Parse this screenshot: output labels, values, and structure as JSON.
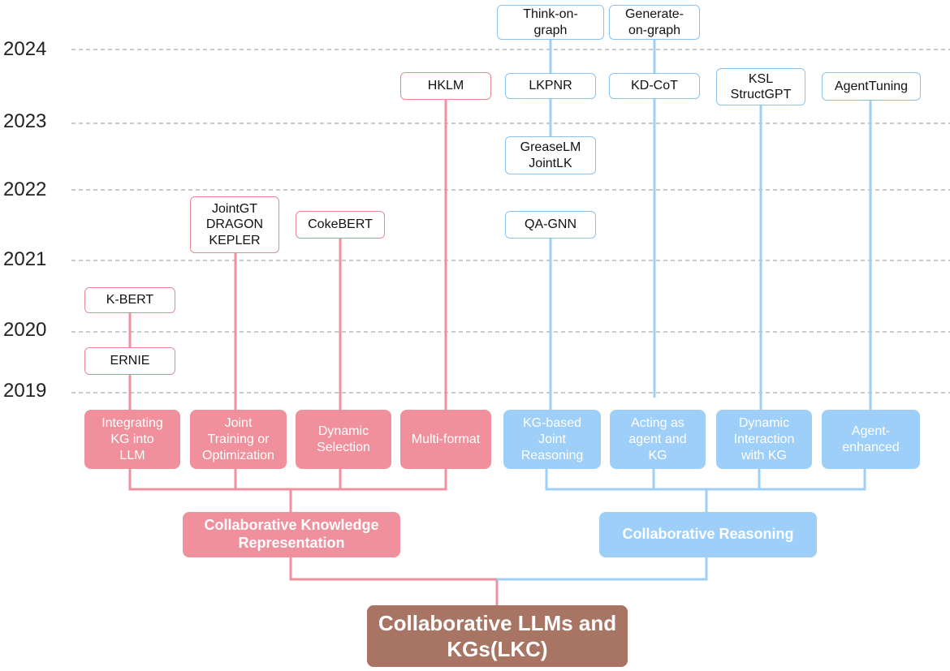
{
  "years": [
    "2024",
    "2023",
    "2022",
    "2021",
    "2020",
    "2019"
  ],
  "root": "Collaborative LLMs and\nKGs(LKC)",
  "groups": {
    "representation": "Collaborative Knowledge\nRepresentation",
    "reasoning": "Collaborative Reasoning"
  },
  "categories": {
    "integrating": "Integrating\nKG into\nLLM",
    "joint_training": "Joint\nTraining or\nOptimization",
    "dynamic_selection": "Dynamic\nSelection",
    "multi_format": "Multi-format",
    "kg_joint_reasoning": "KG-based\nJoint\nReasoning",
    "acting_agent": "Acting as\nagent and\nKG",
    "dynamic_interaction": "Dynamic\nInteraction\nwith KG",
    "agent_enhanced": "Agent-\nenhanced"
  },
  "methods": {
    "kbert": "K-BERT",
    "ernie": "ERNIE",
    "jointgt": "JointGT\nDRAGON\nKEPLER",
    "cokebert": "CokeBERT",
    "hklm": "HKLM",
    "qagnn": "QA-GNN",
    "greaselm": "GreaseLM\nJointLK",
    "lkpnr": "LKPNR",
    "thinkongraph": "Think-on-\ngraph",
    "kdcot": "KD-CoT",
    "generateongraph": "Generate-\non-graph",
    "ksl": "KSL\nStructGPT",
    "agenttuning": "AgentTuning"
  },
  "colors": {
    "pink": "#f0909c",
    "pink_border": "#e48a96",
    "blue": "#9ecff8",
    "blue_border": "#8cc4ef",
    "root": "#a87565",
    "grid": "#aaaaaa"
  }
}
